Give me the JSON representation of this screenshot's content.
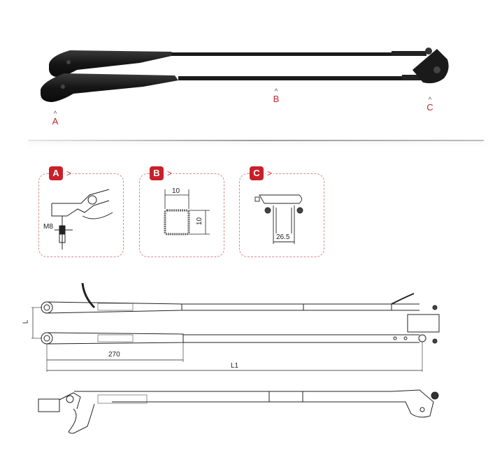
{
  "product_photo": {
    "labels": [
      {
        "id": "A",
        "caret": "^",
        "text": "A"
      },
      {
        "id": "B",
        "caret": "^",
        "text": "B"
      },
      {
        "id": "C",
        "caret": "^",
        "text": "C"
      }
    ],
    "arm_color": "#1c1c1c"
  },
  "detail_panels": [
    {
      "badge": "A",
      "arrow": ">",
      "dimension_label": "M8",
      "description": "arm-end wiper blade clamp"
    },
    {
      "badge": "B",
      "arrow": ">",
      "dimension_width": "10",
      "dimension_height": "10",
      "description": "square tube cross-section"
    },
    {
      "badge": "C",
      "arrow": ">",
      "dimension_width": "26.5",
      "description": "pivot bracket"
    }
  ],
  "top_view": {
    "dim_L": "L",
    "dim_270": "270",
    "dim_L1": "L1"
  },
  "colors": {
    "accent_red": "#c8202a",
    "dashed_border": "#d88a8a",
    "line": "#222222"
  }
}
